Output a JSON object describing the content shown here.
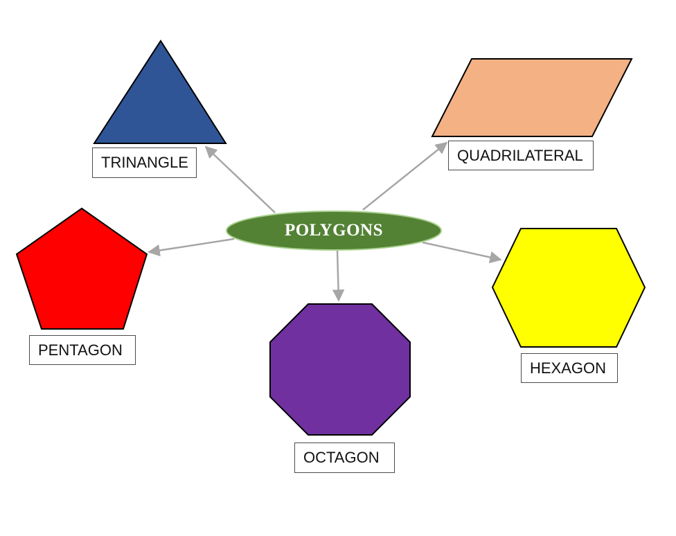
{
  "center": {
    "label": "POLYGONS",
    "color": "#548235"
  },
  "shapes": {
    "triangle": {
      "label": "TRINANGLE",
      "color": "#2f5597"
    },
    "quadrilateral": {
      "label": "QUADRILATERAL",
      "color": "#f4b183"
    },
    "pentagon": {
      "label": "PENTAGON",
      "color": "#ff0000"
    },
    "octagon": {
      "label": "OCTAGON",
      "color": "#7030a0"
    },
    "hexagon": {
      "label": "HEXAGON",
      "color": "#ffff00"
    }
  },
  "arrow_color": "#a6a6a6"
}
